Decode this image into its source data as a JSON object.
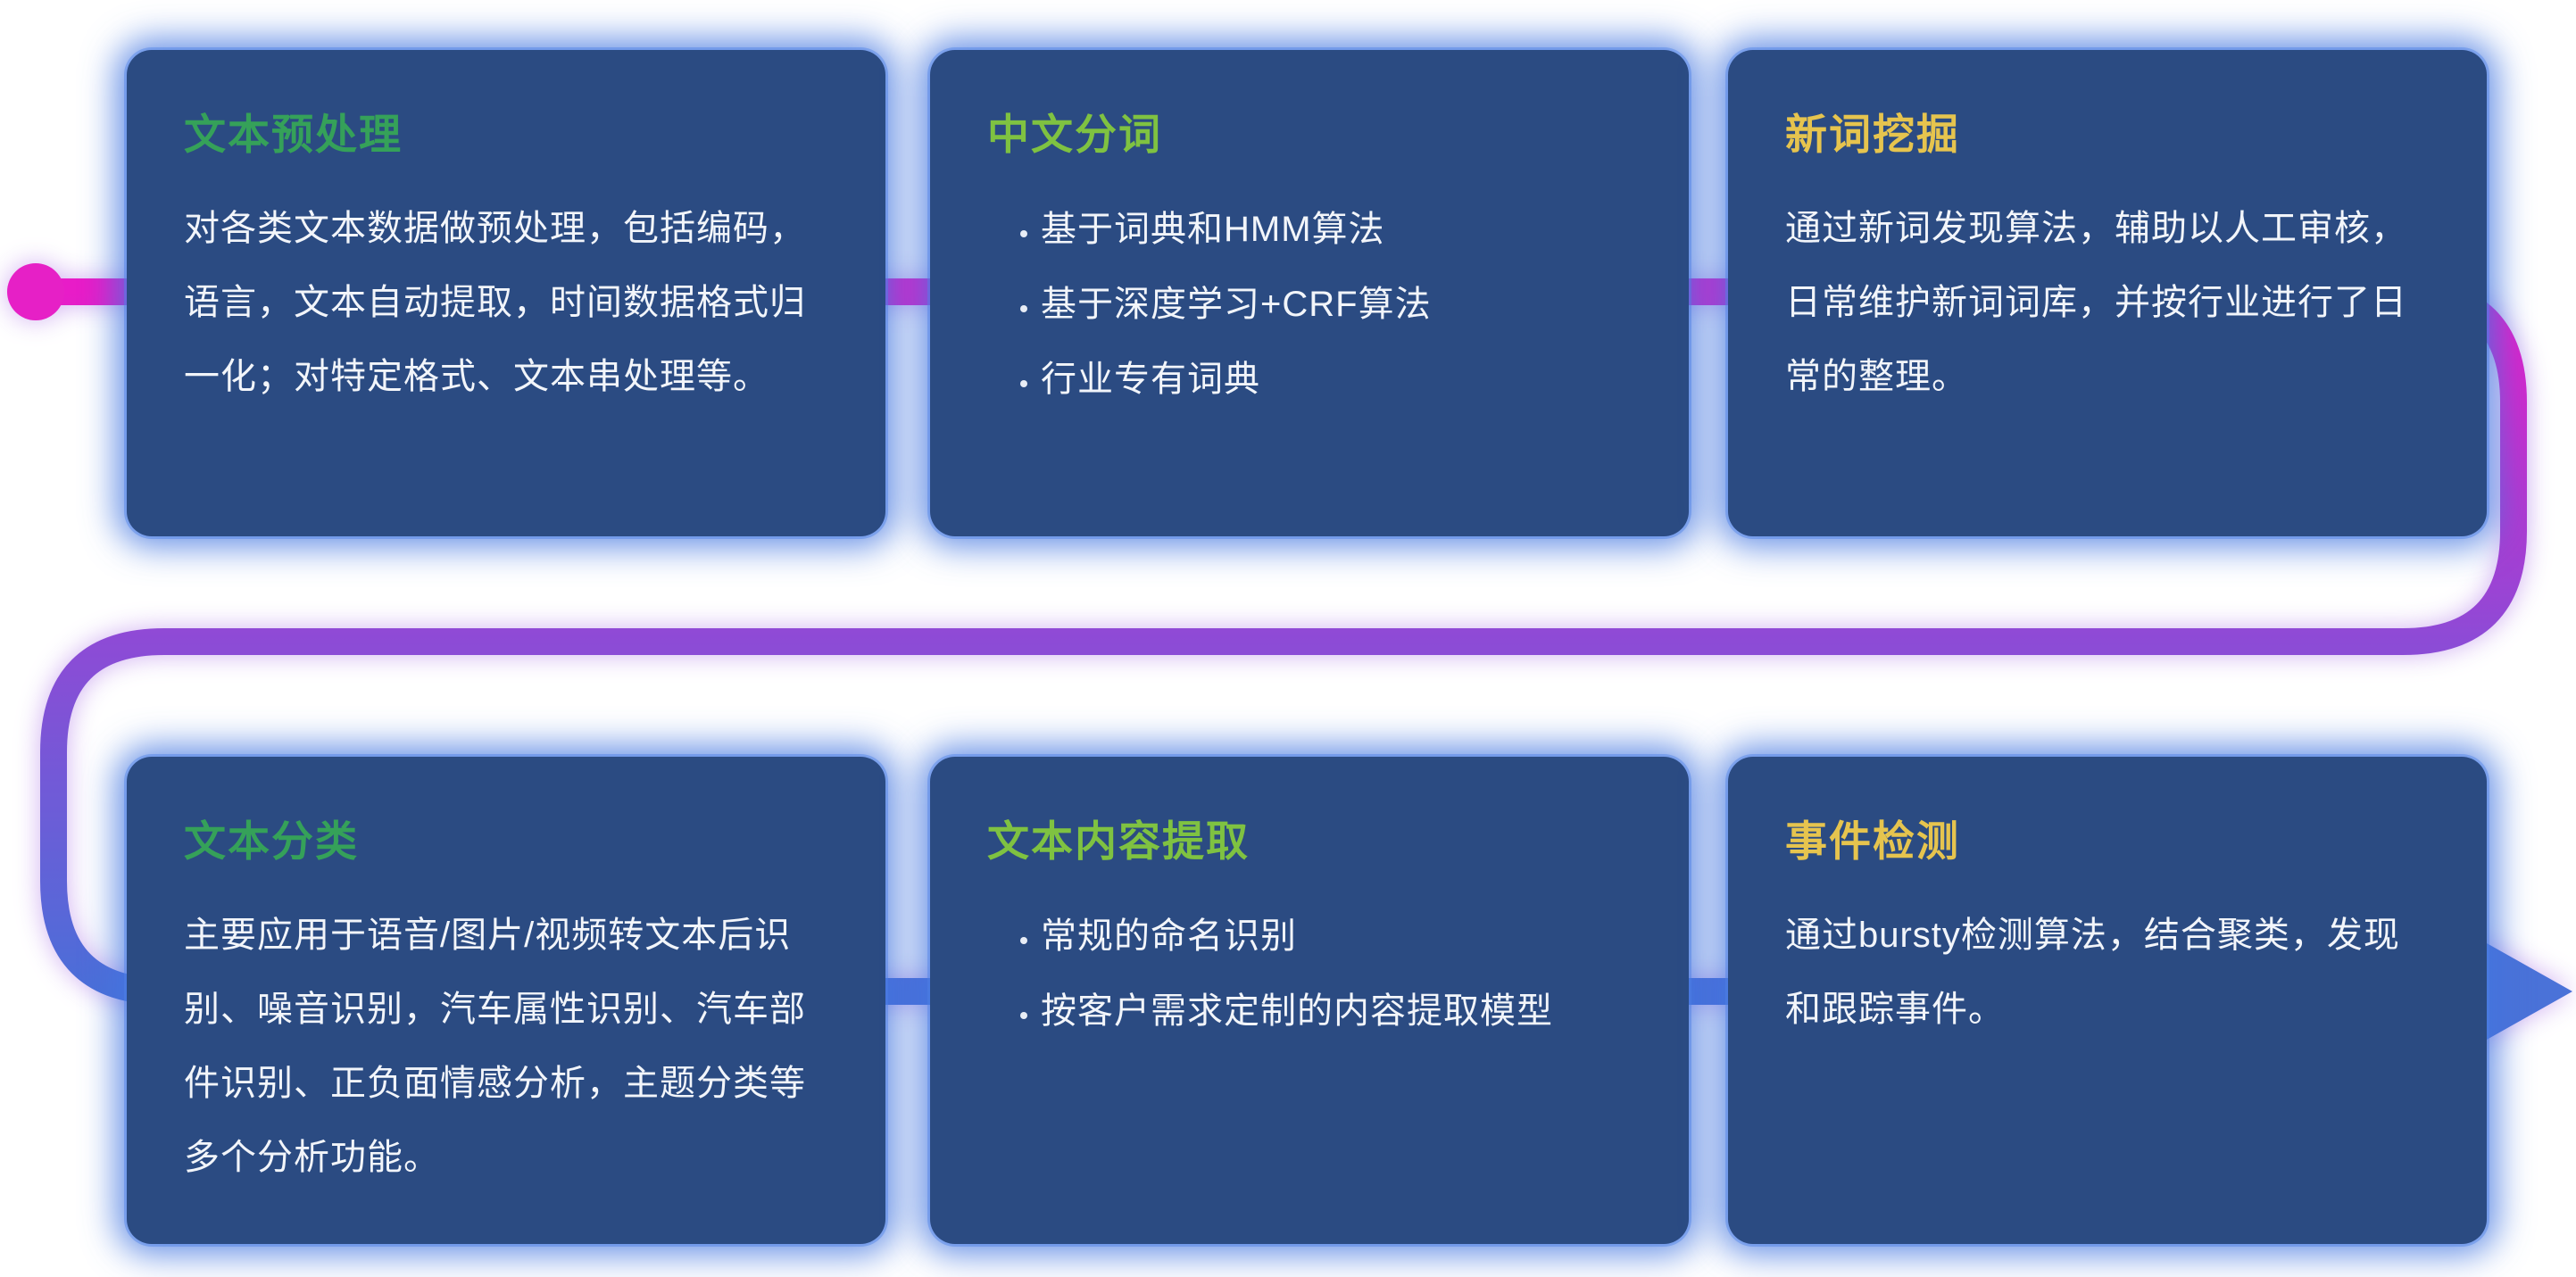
{
  "colors": {
    "card_bg": "#2b4b82",
    "card_glow": "#4276e0",
    "line_start": "#e81cc8",
    "line_mid": "#8d4bd6",
    "line_end": "#4a6fd8",
    "start_dot": "#e620c6",
    "arrow": "#4a72d8",
    "title_green": "#35a159",
    "title_lime": "#7fc241",
    "title_gold": "#e6c44e",
    "body_text": "#f2f5fa"
  },
  "cards": [
    {
      "title": "文本预处理",
      "body": "对各类文本数据做预处理，包括编码，语言，文本自动提取，时间数据格式归一化；对特定格式、文本串处理等。"
    },
    {
      "title": "中文分词",
      "bullets": [
        "基于词典和HMM算法",
        "基于深度学习+CRF算法",
        "行业专有词典"
      ]
    },
    {
      "title": "新词挖掘",
      "body": "通过新词发现算法，辅助以人工审核，日常维护新词词库，并按行业进行了日常的整理。"
    },
    {
      "title": "文本分类",
      "body": "主要应用于语音/图片/视频转文本后识别、噪音识别，汽车属性识别、汽车部件识别、正负面情感分析，主题分类等多个分析功能。"
    },
    {
      "title": "文本内容提取",
      "bullets": [
        "常规的命名识别",
        "按客户需求定制的内容提取模型"
      ]
    },
    {
      "title": "事件检测",
      "body": "通过bursty检测算法，结合聚类，发现和跟踪事件。"
    }
  ]
}
